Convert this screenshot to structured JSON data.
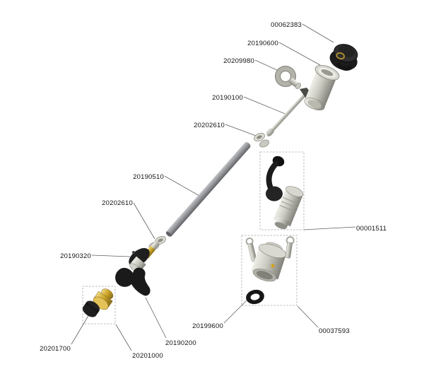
{
  "diagram": {
    "kind": "exploded-parts-diagram",
    "background_color": "#ffffff",
    "label_text_color": "#141414",
    "leader_line_color": "#5f5f5f",
    "dashed_box_color": "#b8b8b8",
    "palette": {
      "metal_light": "#efefe9",
      "metal_mid": "#c9c9c0",
      "metal_dark": "#82827b",
      "tube_light": "#c3c5c9",
      "tube_mid": "#8e9094",
      "tube_dark": "#5f6165",
      "brass_light": "#f3d87e",
      "brass_mid": "#c9a227",
      "brass_dark": "#8a6d1a",
      "black_part": "#1b1b1b",
      "cam_dot_yellow": "#d4a017"
    },
    "labels": [
      {
        "text": "00062383"
      },
      {
        "text": "20190600"
      },
      {
        "text": "20209980"
      },
      {
        "text": "20190100"
      },
      {
        "text": "20202610"
      },
      {
        "text": "20190510"
      },
      {
        "text": "20202610"
      },
      {
        "text": "20190320"
      },
      {
        "text": "00001511"
      },
      {
        "text": "20199600"
      },
      {
        "text": "00037593"
      },
      {
        "text": "20201700"
      },
      {
        "text": "20201000"
      },
      {
        "text": "20190200"
      }
    ]
  }
}
